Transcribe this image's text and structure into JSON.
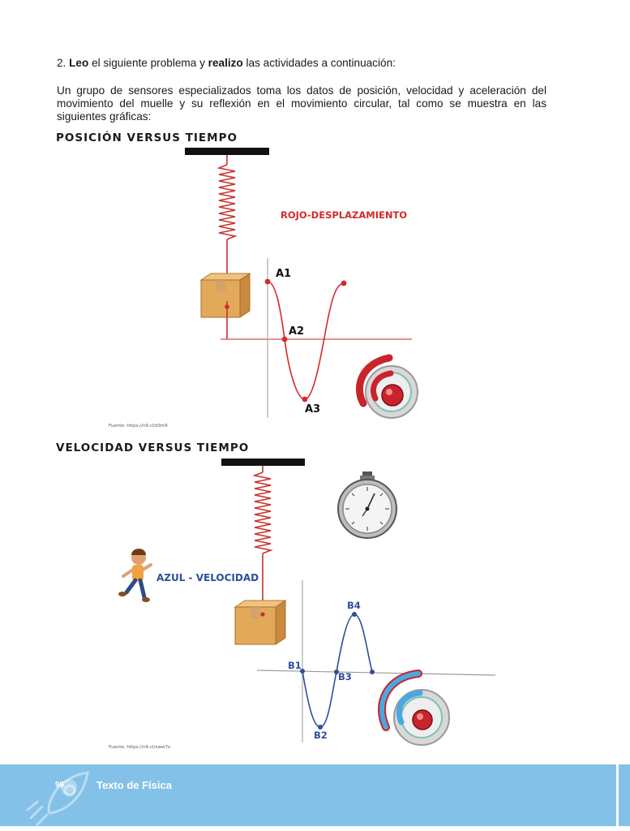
{
  "intro": {
    "number": "2.",
    "w1": "Leo",
    "t1": "el siguiente problema y",
    "w2": "realizo",
    "t2": "las actividades a continuación:"
  },
  "paragraph": "Un grupo de sensores especializados toma los datos de posición, velocidad y aceleración del movimiento del muelle y su reflexión en el movimiento circular, tal como se muestra en las siguientes gráficas:",
  "section1": {
    "title": "POSICIÓN VERSUS TIEMPO",
    "legend": "ROJO-DESPLAZAMIENTO",
    "labels": [
      "A1",
      "A2",
      "A3"
    ],
    "source": "Fuente: https://n9.cl/d3m5",
    "color": "#d42a2a"
  },
  "section2": {
    "title": "VELOCIDAD VERSUS TIEMPO",
    "legend": "AZUL - VELOCIDAD",
    "labels": [
      "B1",
      "B2",
      "B3",
      "B4"
    ],
    "source": "Fuente: https://n9.cl/xww7z",
    "color": "#2f4f9a"
  },
  "footer": {
    "page": "96",
    "title": "Texto de Física",
    "color": "#84c1e8"
  },
  "icons": [
    "spring-icon",
    "box-icon",
    "stopwatch-icon",
    "circular-motion-icon",
    "running-boy-icon",
    "rocket-icon"
  ]
}
